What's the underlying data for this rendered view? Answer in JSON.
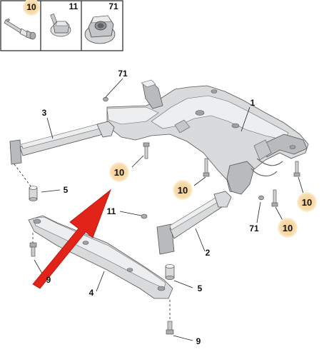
{
  "header_parts": [
    {
      "label": "10",
      "icon": "bolt-icon",
      "highlighted": true
    },
    {
      "label": "11",
      "icon": "flange-bolt-icon",
      "highlighted": false
    },
    {
      "label": "71",
      "icon": "flange-nut-icon",
      "highlighted": false
    }
  ],
  "callouts": {
    "c1": "1",
    "c2": "2",
    "c3": "3",
    "c4": "4",
    "c5a": "5",
    "c5b": "5",
    "c9a": "9",
    "c9b": "9",
    "c11": "11",
    "c71a": "71",
    "c71b": "71"
  },
  "badges": {
    "b_center": "10",
    "b_left": "10",
    "b_right1": "10",
    "b_right2": "10"
  },
  "colors": {
    "badge_fill": "#f6d9a4",
    "badge_glow": "#fbe9cc",
    "arrow": "#e2231a",
    "part": "#d8dadb"
  }
}
